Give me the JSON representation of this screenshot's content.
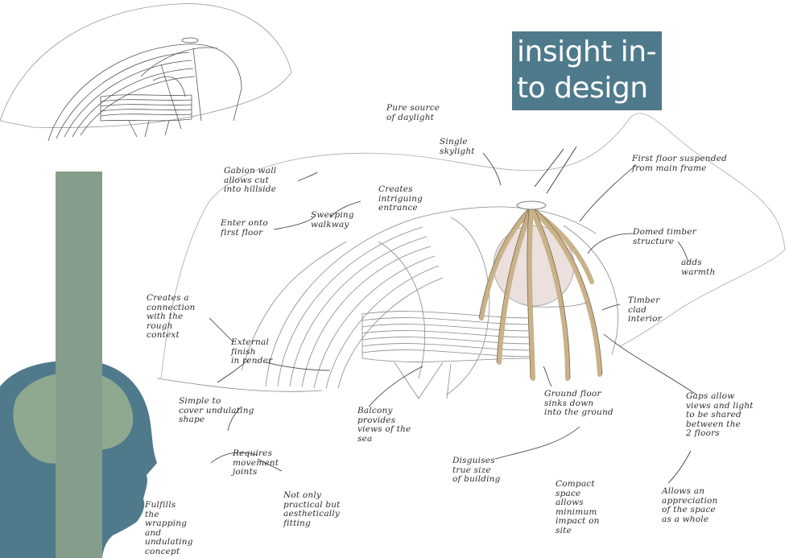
{
  "title": {
    "line1": "insight in-",
    "line2": "to design"
  },
  "colors": {
    "title_bg": "#4f7a8c",
    "green_bar": "#859d8a",
    "head_silhouette": "#4f7a8c",
    "brain": "#8ea990",
    "timber_frame": "#c9b28a",
    "pod_interior": "#ece0de"
  },
  "annotations": {
    "daylight": "Pure source\nof daylight",
    "skylight": "Single\nskylight",
    "gabion": "Gabion wall\nallows cut\ninto hillside",
    "entrance": "Creates\nintriguing\nentrance",
    "walkway": "Sweeping\nwalkway",
    "first_floor_entry": "Enter onto\nfirst floor",
    "suspended": "First floor suspended\nfrom main frame",
    "domed": "Domed timber\nstructure",
    "warmth": "adds\nwarmth",
    "timber_interior": "Timber\nclad\ninterior",
    "connection": "Creates a\nconnection\nwith the\nrough\ncontext",
    "render": "External\nfinish\nin render",
    "simple": "Simple to\ncover undulating\nshape",
    "balcony": "Balcony\nprovides\nviews of the\nsea",
    "ground_floor": "Ground floor\nsinks down\ninto the ground",
    "gaps": "Gaps allow\nviews and light\nto be shared\nbetween the\n2 floors",
    "movement": "Requires\nmovement\njoints",
    "disguises": "Disguises\ntrue size\nof building",
    "compact": "Compact\nspace\nallows\nminimum\nimpact on\nsite",
    "appreciation": "Allows an\nappreciation\nof the space\nas a whole",
    "practical": "Not only\npractical but\naesthetically\nfitting",
    "fulfills": "Fulfills\nthe\nwrapping\nand\nundulating\nconcept"
  }
}
